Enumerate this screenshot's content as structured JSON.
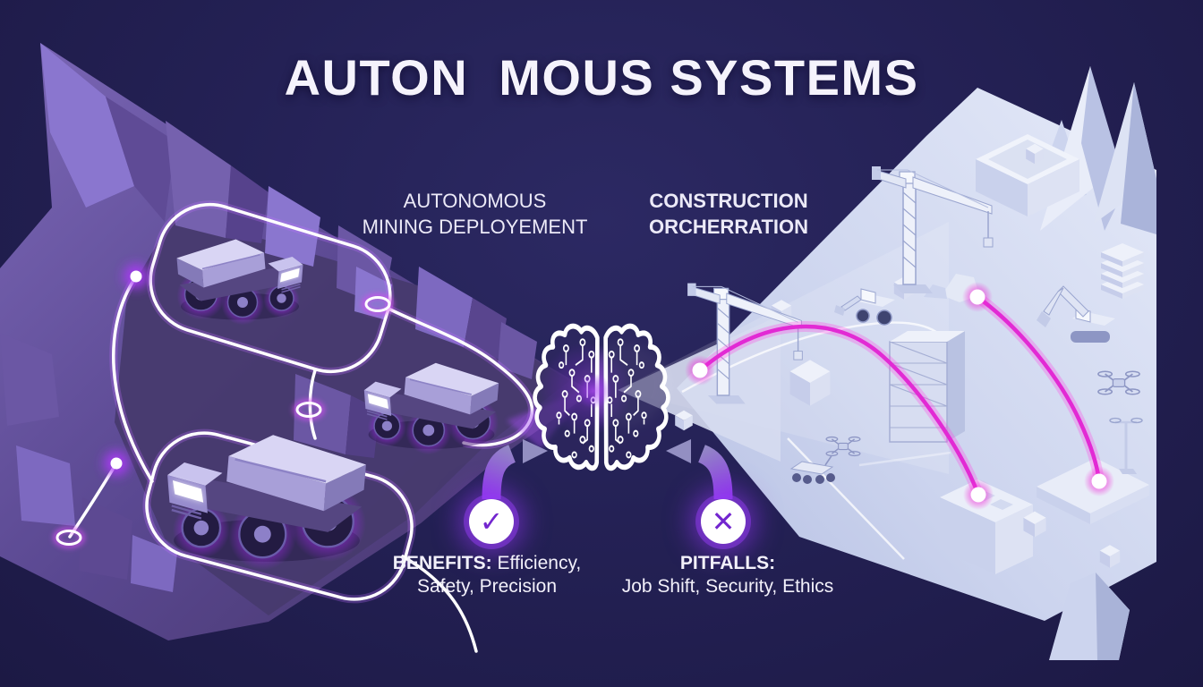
{
  "title": "AUTON  MOUS SYSTEMS",
  "mining": {
    "label_line1": "AUTONOMOUS",
    "label_line2": "MINING DEPLOYEMENT"
  },
  "construction": {
    "label_line1": "CONSTRUCTION",
    "label_line2": "ORCHERRATION"
  },
  "benefits": {
    "heading": "BENEFITS:",
    "line1_rest": "Efficiency,",
    "line2": "Safety, Precision"
  },
  "pitfalls": {
    "heading": "PITFALLS:",
    "line2": "Job Shift, Security, Ethics"
  },
  "icons": {
    "check": "✓",
    "cross": "✕"
  },
  "colors": {
    "background": "#242155",
    "mining_purple": "#53427f",
    "mining_rock_light": "#8a76cf",
    "construction_light": "#ccd4ee",
    "glow_purple": "#a32ff5",
    "link_magenta": "#e22ad4",
    "route_white": "#ffffff",
    "icon_purple": "#7326cf"
  }
}
